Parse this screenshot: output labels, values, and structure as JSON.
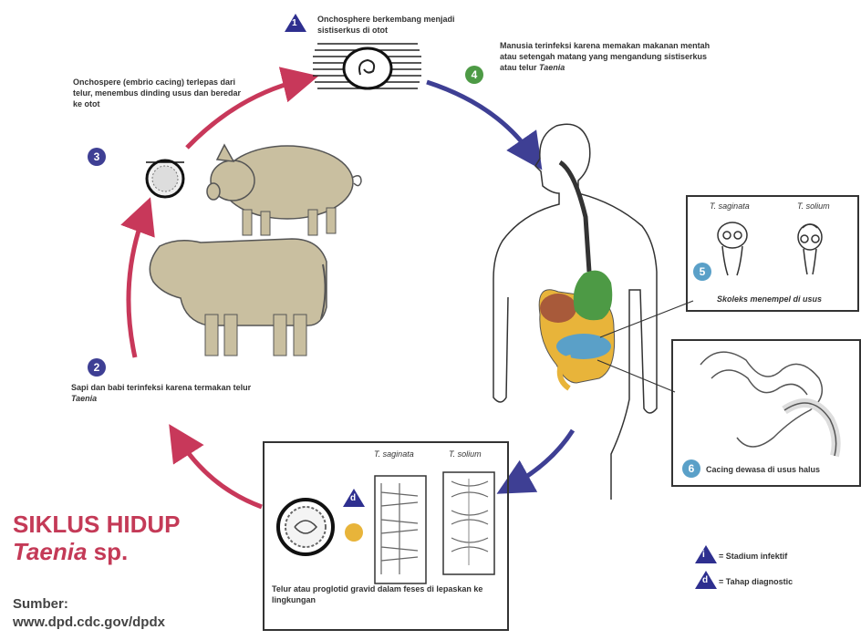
{
  "steps": {
    "s1": {
      "badge": "1",
      "text": "Onchosphere berkembang menjadi sistiserkus di otot"
    },
    "s2": {
      "badge": "2",
      "text": "Sapi dan babi terinfeksi karena termakan telur",
      "genus": "Taenia"
    },
    "s3": {
      "badge": "3",
      "text": "Onchospere (embrio cacing) terlepas dari telur, menembus dinding usus dan beredar ke otot"
    },
    "s4": {
      "badge": "4",
      "text": "Manusia terinfeksi karena memakan makanan mentah atau setengah matang yang mengandung sistiserkus atau telur",
      "genus": "Taenia"
    },
    "s5": {
      "badge": "5",
      "label_a": "T. saginata",
      "label_b": "T. solium",
      "caption": "Skoleks menempel di usus"
    },
    "s6": {
      "badge": "6",
      "caption": "Cacing dewasa di usus halus"
    },
    "eggs": {
      "badge_d": "d",
      "badge_y": "",
      "label_a": "T. saginata",
      "label_b": "T. solium",
      "caption": "Telur atau proglotid gravid dalam feses di lepaskan ke lingkungan"
    }
  },
  "legend": {
    "infective_symbol": "i",
    "infective_text": "= Stadium infektif",
    "diagnostic_symbol": "d",
    "diagnostic_text": "= Tahap diagnostic"
  },
  "title": {
    "line1": "SIKLUS HIDUP",
    "genus": "Taenia",
    "suffix": " sp."
  },
  "source": {
    "label": "Sumber:",
    "url": "www.dpd.cdc.gov/dpdx"
  },
  "colors": {
    "pink": "#c8385a",
    "blue": "#3e3f94",
    "navy": "#2e2f8f",
    "green": "#4d9a45",
    "yellow": "#e8b43a",
    "tan": "#c9bfa0",
    "title": "#c43a57"
  }
}
